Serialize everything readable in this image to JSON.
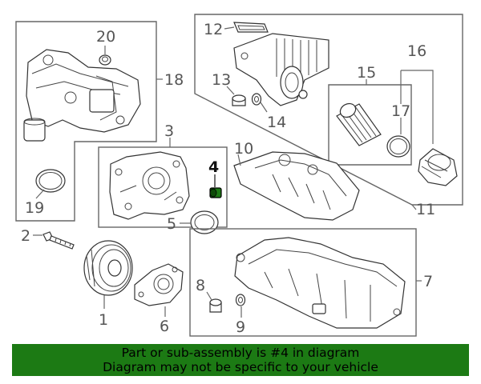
{
  "callouts": {
    "c1": "1",
    "c2": "2",
    "c3": "3",
    "c4": "4",
    "c5": "5",
    "c6": "6",
    "c7": "7",
    "c8": "8",
    "c9": "9",
    "c10": "10",
    "c11": "11",
    "c12": "12",
    "c13": "13",
    "c14": "14",
    "c15": "15",
    "c16": "16",
    "c17": "17",
    "c18": "18",
    "c19": "19",
    "c20": "20"
  },
  "highlight_part": "4",
  "highlight_color": "#1c7a14",
  "banner": {
    "line1": "Part or sub-assembly is #4 in diagram",
    "line2": "Diagram may not be specific to your vehicle",
    "background": "#1c7a14"
  }
}
